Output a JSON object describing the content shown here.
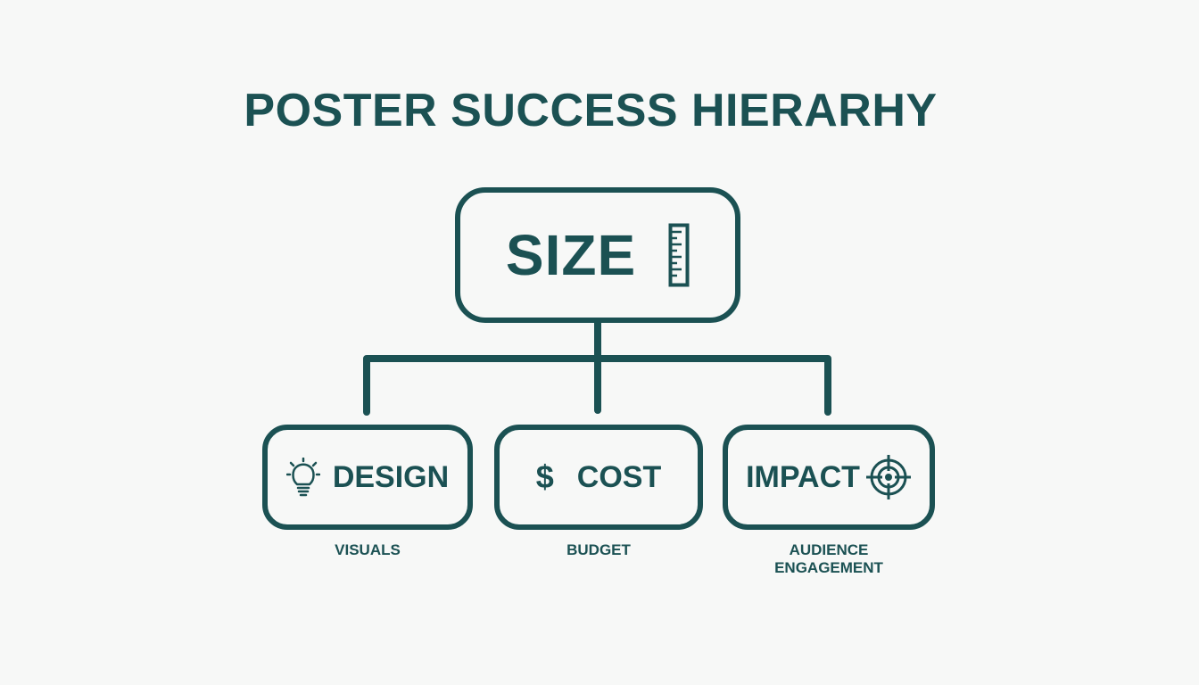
{
  "title": "POSTER SUCCESS HIERARHY",
  "colors": {
    "primary": "#1b5153",
    "background": "#f7f8f7"
  },
  "root": {
    "label": "SIZE",
    "icon": "ruler-icon"
  },
  "children": [
    {
      "label": "DESIGN",
      "icon": "lightbulb-icon",
      "sublabel": "VISUALS"
    },
    {
      "label": "COST",
      "icon": "dollar-icon",
      "icon_glyph": "$",
      "sublabel": "BUDGET"
    },
    {
      "label": "IMPACT",
      "icon": "target-icon",
      "sublabel_lines": [
        "AUDIENCE",
        "ENGAGEMENT"
      ]
    }
  ]
}
